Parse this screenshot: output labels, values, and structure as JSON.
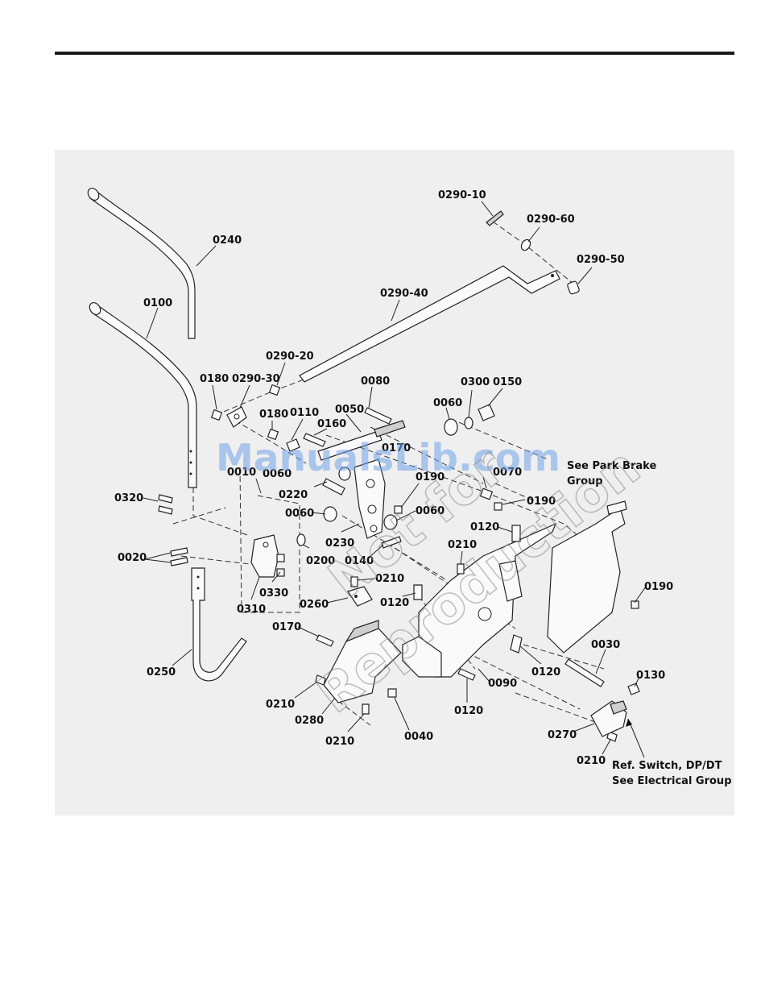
{
  "labels": {
    "l0290_10": "0290-10",
    "l0290_60": "0290-60",
    "l0290_50": "0290-50",
    "l0290_40": "0290-40",
    "l0290_20": "0290-20",
    "l0290_30": "0290-30",
    "l0240": "0240",
    "l0100": "0100",
    "l0180a": "0180",
    "l0180b": "0180",
    "l0110": "0110",
    "l0160": "0160",
    "l0050": "0050",
    "l0080": "0080",
    "l0060a": "0060",
    "l0300": "0300",
    "l0150": "0150",
    "l0010": "0010",
    "l0060b": "0060",
    "l0060c": "0060",
    "l0060d": "0060",
    "l0170": "0170",
    "l0220": "0220",
    "l0190a": "0190",
    "l0190b": "0190",
    "l0190c": "0190",
    "l0070": "0070",
    "l0320": "0320",
    "l0020": "0020",
    "l0230": "0230",
    "l0200": "0200",
    "l0140": "0140",
    "l0120a": "0120",
    "l0120b": "0120",
    "l0120c": "0120",
    "l0120d": "0120",
    "l0210a": "0210",
    "l0210b": "0210",
    "l0210c": "0210",
    "l0210d": "0210",
    "l0210e": "0210",
    "l0330": "0330",
    "l0310": "0310",
    "l0260": "0260",
    "l0250": "0250",
    "l0090": "0090",
    "l0030": "0030",
    "l0130": "0130",
    "l0280": "0280",
    "l0040": "0040",
    "l0270": "0270"
  },
  "notes": {
    "park_brake_line1": "See Park Brake",
    "park_brake_line2": "Group",
    "switch_line1": "Ref. Switch, DP/DT",
    "switch_line2": "See Electrical Group"
  },
  "watermark": {
    "brand": "ManualsLib.com",
    "line1": "Not for",
    "line2": "Reproduction"
  }
}
